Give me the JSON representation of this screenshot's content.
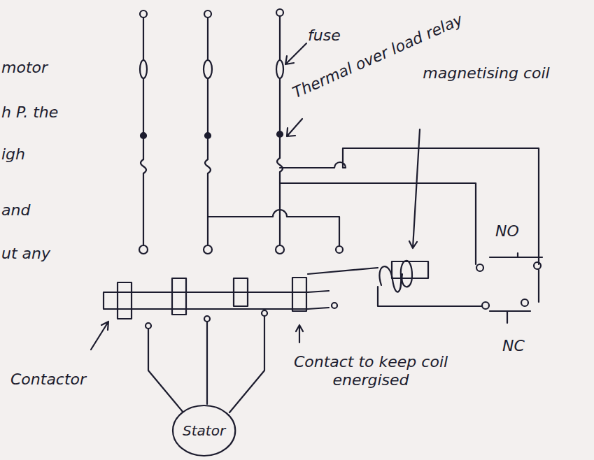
{
  "diagram": {
    "nodes": [
      {
        "text": [
          "Stator"
        ]
      }
    ],
    "labels": [
      "motor",
      "h P. the",
      "igh",
      "and",
      "ut any",
      "fuse",
      "Thermal over load relay",
      "magnetising coil",
      "NO",
      "NC",
      "Contactor",
      "Contact to keep coil energised"
    ]
  }
}
